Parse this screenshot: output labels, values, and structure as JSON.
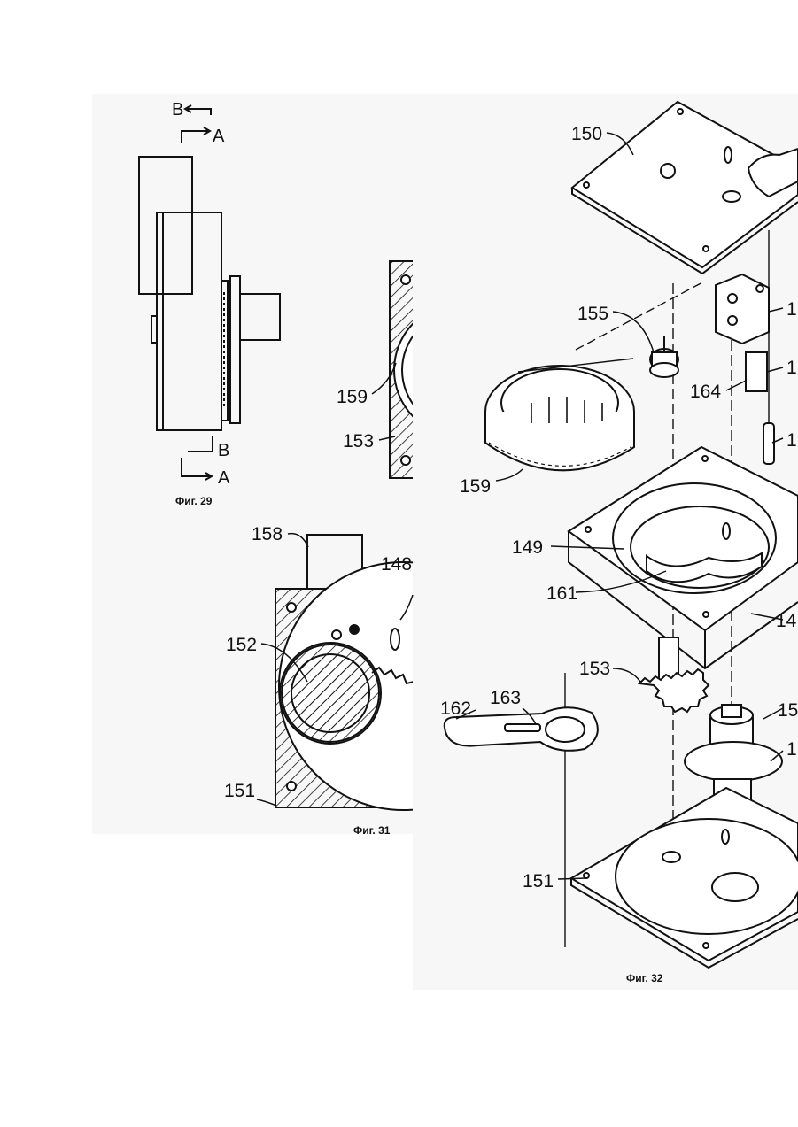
{
  "page": {
    "background": "#ffffff",
    "ink": "#111111",
    "scan_tint": "#f7f7f7"
  },
  "fig29": {
    "caption": "Фиг. 29",
    "section_top_b": "B",
    "section_top_a": "A",
    "section_bottom_b": "B",
    "section_bottom_a": "A"
  },
  "fig30": {
    "label_159": "159",
    "label_153": "153"
  },
  "fig31": {
    "caption": "Фиг. 31",
    "label_158": "158",
    "label_148": "148",
    "label_152": "152",
    "label_151": "151"
  },
  "fig32": {
    "caption": "Фиг. 32",
    "label_150": "150",
    "label_155": "155",
    "label_164": "164",
    "label_159": "159",
    "label_149": "149",
    "label_161": "161",
    "label_153": "153",
    "label_163": "163",
    "label_162": "162",
    "label_151": "151",
    "label_154_partial": "1",
    "label_148_partial": "14",
    "label_156_partial": "15",
    "label_157_partial": "1",
    "label_side_a_partial": "1",
    "label_side_b_partial": "1"
  }
}
